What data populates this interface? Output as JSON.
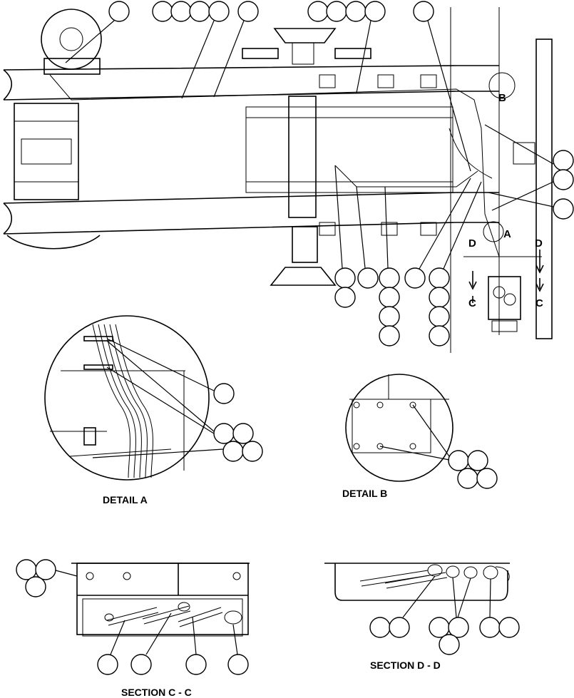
{
  "labels": {
    "detail_a": "DETAIL A",
    "detail_b": "DETAIL B",
    "section_cc": "SECTION C - C",
    "section_dd": "SECTION D - D"
  },
  "markers": {
    "a": "A",
    "b": "B",
    "c_left": "C",
    "c_right": "C",
    "d_left": "D",
    "d_right": "D"
  }
}
